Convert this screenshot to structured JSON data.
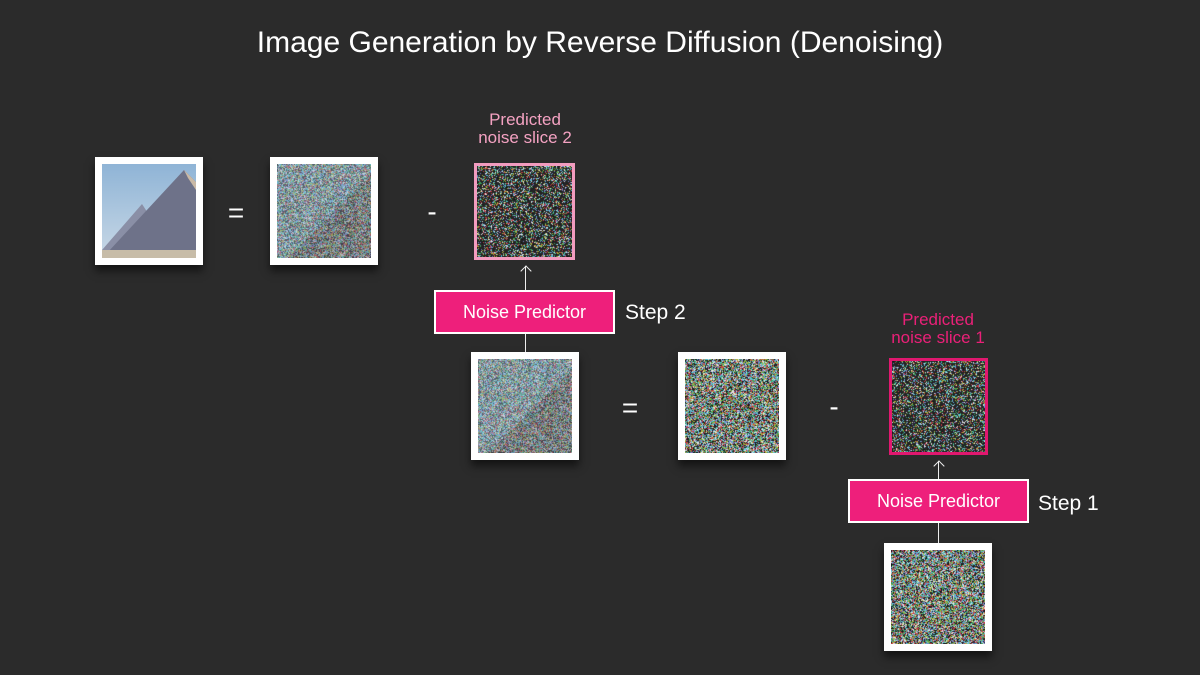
{
  "title": "Image Generation by Reverse Diffusion (Denoising)",
  "operators": {
    "equals": "=",
    "minus": "-"
  },
  "step2": {
    "predicted_label_line1": "Predicted",
    "predicted_label_line2": "noise slice 2",
    "predictor_label": "Noise Predictor",
    "step_label": "Step 2",
    "label_color": "#f4a2c2"
  },
  "step1": {
    "predicted_label_line1": "Predicted",
    "predicted_label_line2": "noise slice 1",
    "predictor_label": "Noise Predictor",
    "step_label": "Step 1",
    "label_color": "#ea2078"
  },
  "colors": {
    "background": "#2b2b2b",
    "predictor_fill": "#ee1f7b"
  }
}
